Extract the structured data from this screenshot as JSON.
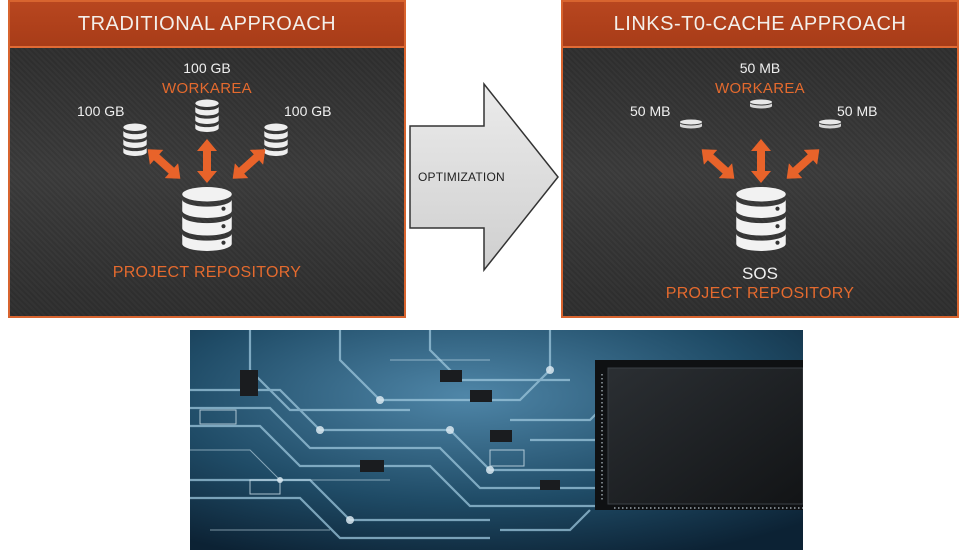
{
  "traditional": {
    "title": "TRADITIONAL APPROACH",
    "workarea_size_top": "100 GB",
    "workarea_label": "WORKAREA",
    "workarea_size_left": "100 GB",
    "workarea_size_right": "100 GB",
    "repository_label": "PROJECT REPOSITORY"
  },
  "optimization": {
    "label": "OPTIMIZATION"
  },
  "links_to_cache": {
    "title": "LINKS-T0-CACHE APPROACH",
    "workarea_size_top": "50 MB",
    "workarea_label": "WORKAREA",
    "workarea_size_left": "50 MB",
    "workarea_size_right": "50 MB",
    "repository_name": "SOS",
    "repository_label": "PROJECT REPOSITORY"
  },
  "colors": {
    "accent_orange": "#e46a2e",
    "header_orange": "#b8461f",
    "panel_dark": "#333333",
    "arrow_gray": "#d9d9d9"
  },
  "photo": {
    "subject": "circuit-board-photo"
  }
}
